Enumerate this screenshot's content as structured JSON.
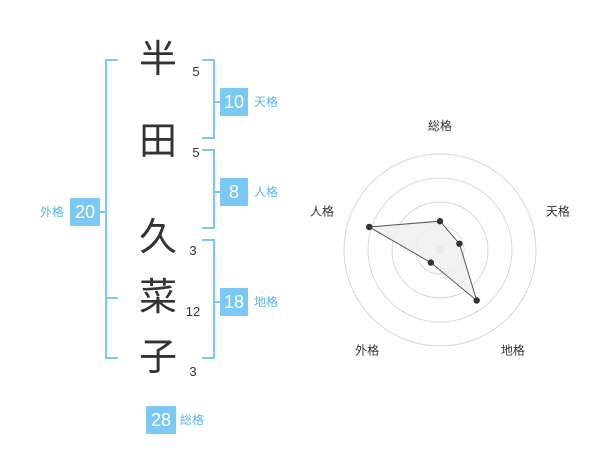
{
  "name": {
    "chars": [
      {
        "char": "半",
        "strokes": "5"
      },
      {
        "char": "田",
        "strokes": "5"
      },
      {
        "char": "久",
        "strokes": "3"
      },
      {
        "char": "菜",
        "strokes": "12"
      },
      {
        "char": "子",
        "strokes": "3"
      }
    ]
  },
  "fortune": {
    "tenkaku": {
      "value": "10",
      "label": "天格"
    },
    "jinkaku": {
      "value": "8",
      "label": "人格"
    },
    "chikaku": {
      "value": "18",
      "label": "地格"
    },
    "gaikaku": {
      "value": "20",
      "label": "外格"
    },
    "soukaku": {
      "value": "28",
      "label": "総格"
    }
  },
  "chart_data": {
    "type": "radar",
    "axes": [
      "総格",
      "天格",
      "地格",
      "外格",
      "人格"
    ],
    "values": [
      1.2,
      0.85,
      2.6,
      0.65,
      3.1
    ],
    "rmax": 4,
    "rings": 4,
    "colors": {
      "fill": "#eeeeee",
      "stroke": "#555555",
      "grid": "#d8d8d8",
      "point": "#333333",
      "center": "#cccccc"
    }
  },
  "colors": {
    "accent": "#7cc8f4",
    "accent_text": "#5ab4ec"
  }
}
